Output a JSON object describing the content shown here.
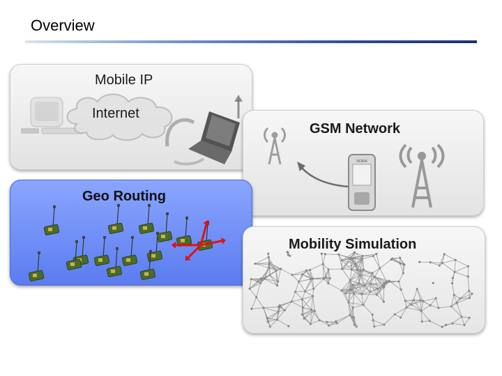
{
  "slide": {
    "title": "Overview"
  },
  "panels": {
    "mobile_ip": {
      "label": "Mobile IP",
      "internet_label": "Internet"
    },
    "gsm_network": {
      "label": "GSM Network",
      "phone_brand": "NOKIA"
    },
    "geo_routing": {
      "label": "Geo Routing"
    },
    "mobility_simulation": {
      "label": "Mobility Simulation"
    }
  },
  "colors": {
    "rule_dark": "#1f2f6e",
    "geo_panel": "#6b8cff",
    "arrow_red": "#e01010",
    "node_green": "#4b6b2a"
  },
  "icons": [
    "desktop-computer-icon",
    "laptop-icon",
    "cloud-icon",
    "antenna-tower-icon",
    "mobile-phone-icon",
    "sensor-node-icon"
  ]
}
